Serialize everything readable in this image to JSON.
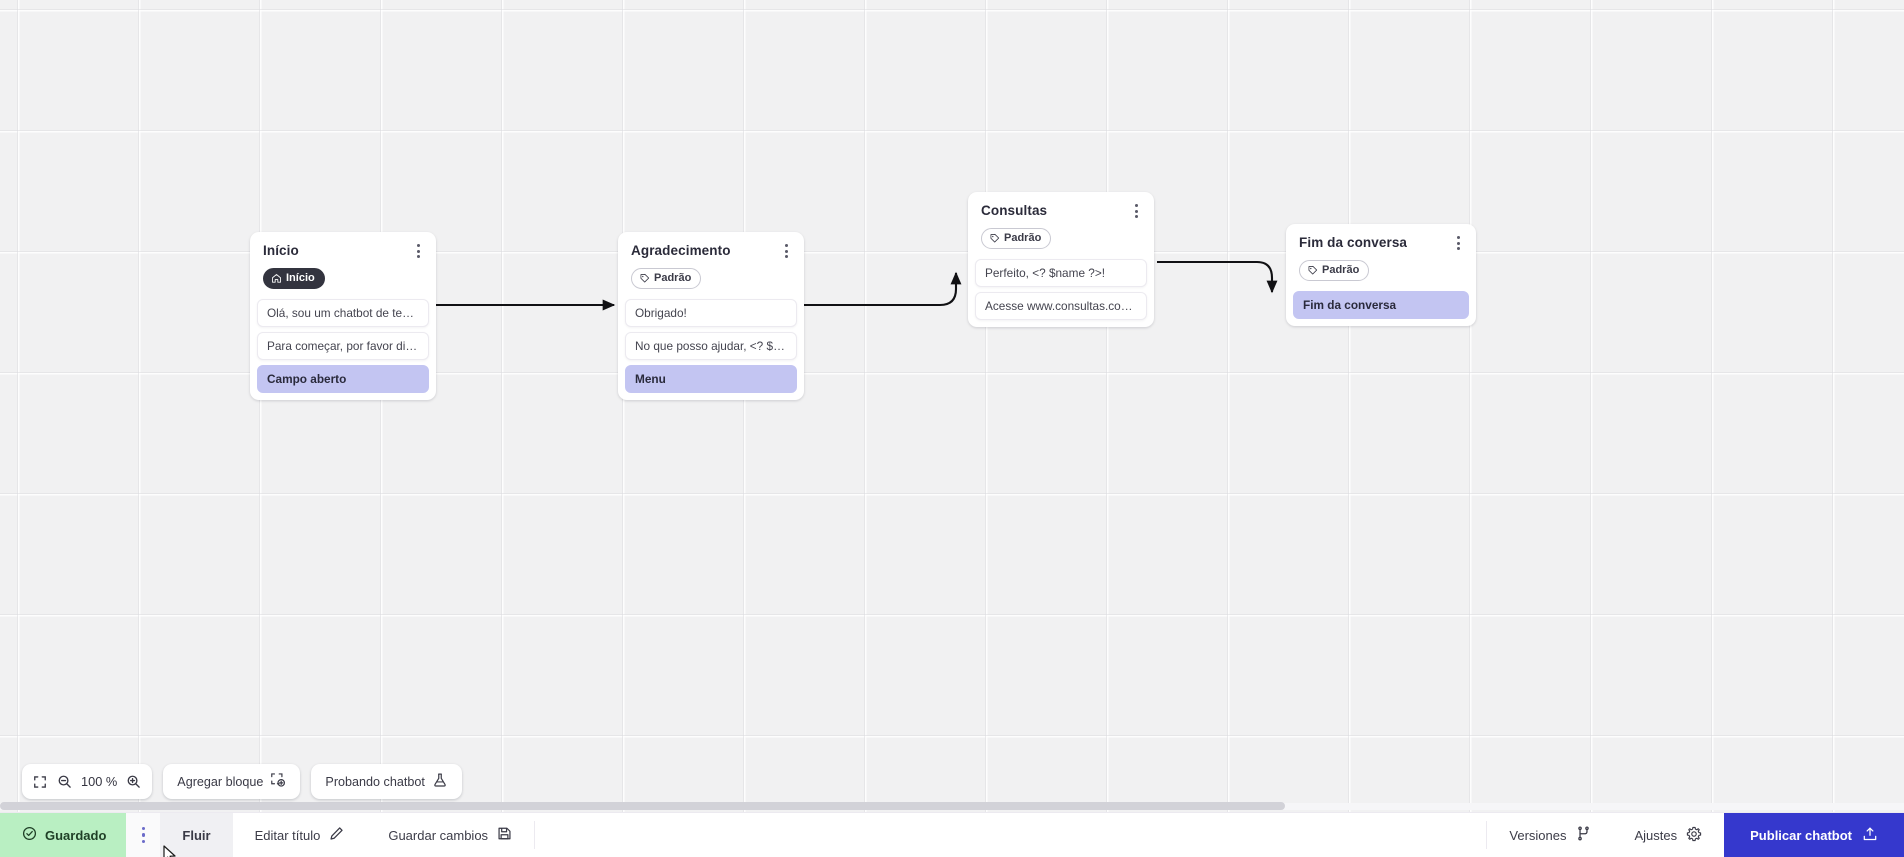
{
  "canvas": {
    "grid": true,
    "background_color": "#f1f1f2",
    "grid_line_color": "#ffffff"
  },
  "nodes": [
    {
      "id": "inicio",
      "title": "Início",
      "badge": {
        "label": "Início",
        "icon": "home-icon",
        "style": "start"
      },
      "rows": [
        {
          "text": "Olá, sou um chatbot de teste!",
          "highlight": false
        },
        {
          "text": "Para começar, por favor digite o ...",
          "highlight": false
        },
        {
          "text": "Campo aberto",
          "highlight": true
        }
      ]
    },
    {
      "id": "agradecimento",
      "title": "Agradecimento",
      "badge": {
        "label": "Padrão",
        "icon": "tag-icon",
        "style": "default"
      },
      "rows": [
        {
          "text": "Obrigado!",
          "highlight": false
        },
        {
          "text": "No que posso ajudar, <? $name ...",
          "highlight": false
        },
        {
          "text": "Menu",
          "highlight": true
        }
      ]
    },
    {
      "id": "consultas",
      "title": "Consultas",
      "badge": {
        "label": "Padrão",
        "icon": "tag-icon",
        "style": "default"
      },
      "rows": [
        {
          "text": "Perfeito, <? $name ?>!",
          "highlight": false
        },
        {
          "text": "Acesse www.consultas.com par...",
          "highlight": false
        }
      ]
    },
    {
      "id": "fim-da-conversa",
      "title": "Fim da conversa",
      "badge": {
        "label": "Padrão",
        "icon": "tag-icon",
        "style": "default"
      },
      "rows": [
        {
          "text": "Fim da conversa",
          "highlight": true
        }
      ]
    }
  ],
  "toolbar": {
    "fit_view_icon": "fit-screen-icon",
    "zoom_out_icon": "zoom-out-icon",
    "zoom_level": "100 %",
    "zoom_in_icon": "zoom-in-icon",
    "add_block_label": "Agregar bloque",
    "add_block_icon": "add-block-icon",
    "test_chatbot_label": "Probando chatbot",
    "test_chatbot_icon": "flask-icon"
  },
  "statusbar": {
    "saved_label": "Guardado",
    "saved_icon": "check-circle-icon",
    "kebab_icon": "kebab-menu-icon",
    "flow_tab_label": "Fluir",
    "edit_title_label": "Editar título",
    "edit_title_icon": "pencil-icon",
    "save_changes_label": "Guardar cambios",
    "save_changes_icon": "save-disk-icon",
    "versions_label": "Versiones",
    "versions_icon": "branch-icon",
    "settings_label": "Ajustes",
    "settings_icon": "gear-icon",
    "publish_label": "Publicar chatbot",
    "publish_icon": "upload-icon",
    "accent_color": "#3538cd",
    "saved_bg_color": "#b9efc2"
  },
  "scrollbar": {
    "orientation": "horizontal",
    "thumb_color": "#d2d2d8"
  }
}
